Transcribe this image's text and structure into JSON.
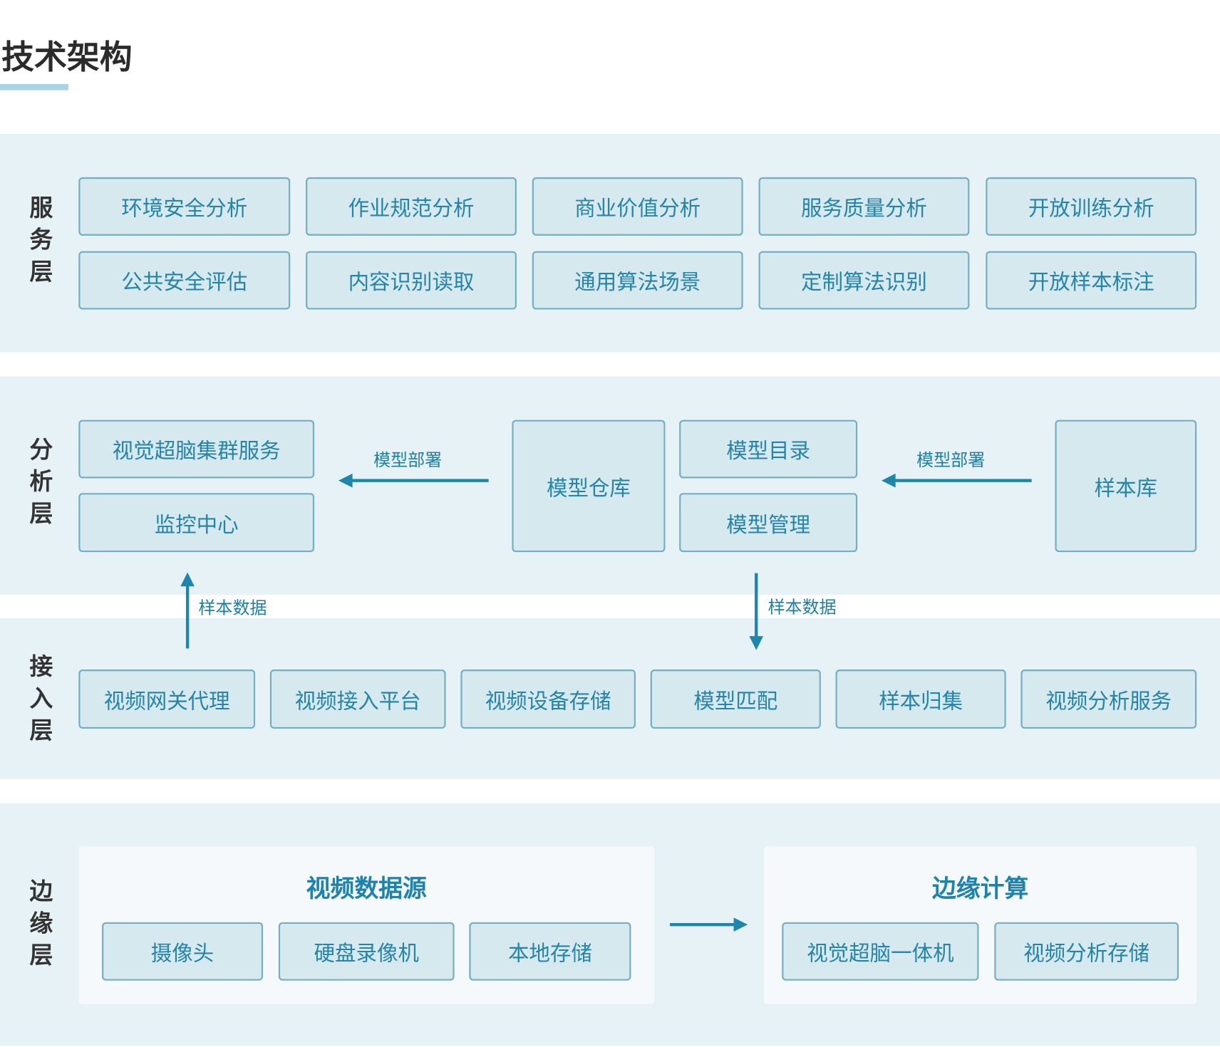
{
  "title": "技术架构",
  "service_layer": {
    "label": "服务层",
    "row1": [
      "环境安全分析",
      "作业规范分析",
      "商业价值分析",
      "服务质量分析",
      "开放训练分析"
    ],
    "row2": [
      "公共安全评估",
      "内容识别读取",
      "通用算法场景",
      "定制算法识别",
      "开放样本标注"
    ]
  },
  "analysis_layer": {
    "label": "分析层",
    "cluster_service": "视觉超脑集群服务",
    "monitor_center": "监控中心",
    "deploy_arrow_left": "模型部署",
    "model_repository": "模型仓库",
    "model_catalog": "模型目录",
    "model_management": "模型管理",
    "deploy_arrow_right": "模型部署",
    "sample_library": "样本库"
  },
  "access_layer": {
    "label": "接入层",
    "sample_data_up": "样本数据",
    "sample_data_down": "样本数据",
    "items": [
      "视频网关代理",
      "视频接入平台",
      "视频设备存储",
      "模型匹配",
      "样本归集",
      "视频分析服务"
    ]
  },
  "edge_layer": {
    "label": "边缘层",
    "video_source": {
      "title": "视频数据源",
      "items": [
        "摄像头",
        "硬盘录像机",
        "本地存储"
      ]
    },
    "edge_compute": {
      "title": "边缘计算",
      "items": [
        "视觉超脑一体机",
        "视频分析存储"
      ]
    }
  },
  "colors": {
    "band_background": "#e7f2f6",
    "box_fill": "#d5e9ef",
    "box_border": "#74aec2",
    "box_text": "#2684a8",
    "arrow": "#1f86ab",
    "layer_label": "#333333",
    "title_underline": "#a8d4e4",
    "panel_fill": "#f5f9fb"
  }
}
